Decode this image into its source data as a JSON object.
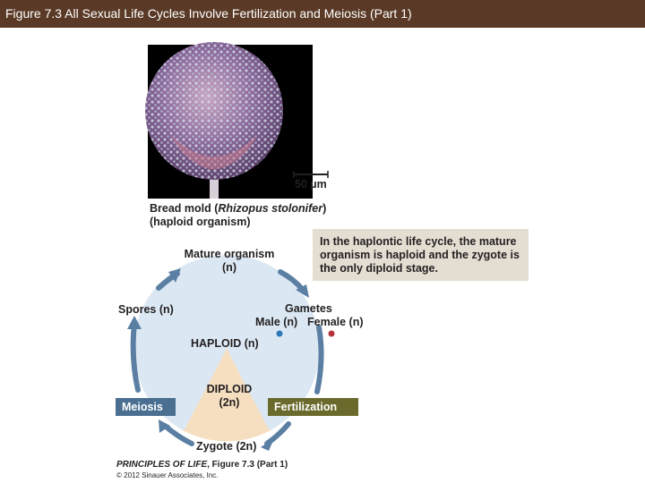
{
  "header": {
    "title": "Figure 7.3  All Sexual Life Cycles Involve Fertilization and Meiosis (Part 1)"
  },
  "photo": {
    "scale_bar": "50 µm",
    "caption_prefix": "Bread mold (",
    "caption_species": "Rhizopus stolonifer",
    "caption_suffix": ")",
    "caption_line2": "(haploid organism)"
  },
  "note": {
    "part1": "In the ",
    "part2": "haplontic life cycle",
    "part3": ", the mature organism is haploid and the zygote is the only diploid stage."
  },
  "cycle": {
    "mature": "Mature organism",
    "mature_ploidy": "(n)",
    "gametes": "Gametes",
    "male": "Male (n)",
    "female": "Female (n)",
    "spores": "Spores (n)",
    "haploid": "HAPLOID (n)",
    "diploid": "DIPLOID",
    "diploid_ploidy": "(2n)",
    "zygote": "Zygote (2n)",
    "meiosis": "Meiosis",
    "fertilization": "Fertilization"
  },
  "credit": {
    "line1_a": "PRINCIPLES OF LIFE",
    "line1_b": ", Figure 7.3 (Part 1)",
    "line2": "© 2012 Sinauer Associates, Inc."
  },
  "colors": {
    "title_bar": "#5a3a26",
    "haploid_fill": "#dbe8f3",
    "diploid_fill": "#f5dfc0",
    "arrow": "#5b7fa3",
    "meiosis_tag": "#4a6f91",
    "fertilization_tag": "#6a6a2c",
    "male_dot": "#2b78b8",
    "female_dot": "#b5333c",
    "note_bg": "#e4ddd2"
  }
}
